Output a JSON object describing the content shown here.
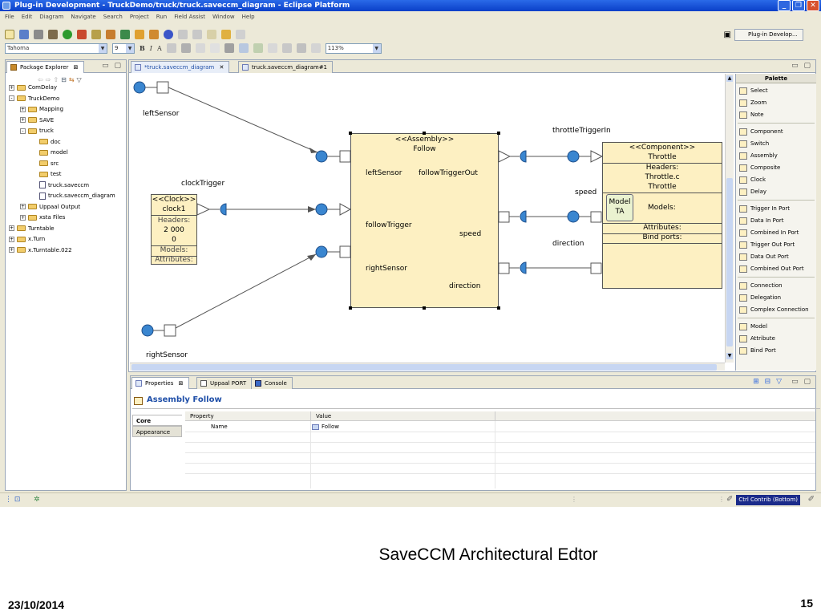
{
  "window": {
    "title": "Plug-in Development - TruckDemo/truck/truck.saveccm_diagram - Eclipse Platform",
    "controls": [
      "_",
      "❐",
      "✕"
    ]
  },
  "menu": [
    "File",
    "Edit",
    "Diagram",
    "Navigate",
    "Search",
    "Project",
    "Run",
    "Field Assist",
    "Window",
    "Help"
  ],
  "toolbar": {
    "font": "Tahoma",
    "size": "9",
    "bold": "B",
    "italic": "I",
    "text_color": "A",
    "zoom": "113%",
    "perspective": "Plug-in Develop..."
  },
  "package_explorer": {
    "tab": "Package Explorer",
    "items": [
      {
        "label": "ComDelay",
        "level": 0,
        "pm": "+",
        "kind": "folder"
      },
      {
        "label": "TruckDemo",
        "level": 0,
        "pm": "-",
        "kind": "folder"
      },
      {
        "label": "Mapping",
        "level": 1,
        "pm": "+",
        "kind": "folder"
      },
      {
        "label": "SAVE",
        "level": 1,
        "pm": "+",
        "kind": "folder"
      },
      {
        "label": "truck",
        "level": 1,
        "pm": "-",
        "kind": "folder"
      },
      {
        "label": "doc",
        "level": 2,
        "pm": "",
        "kind": "folder"
      },
      {
        "label": "model",
        "level": 2,
        "pm": "",
        "kind": "folder"
      },
      {
        "label": "src",
        "level": 2,
        "pm": "",
        "kind": "folder"
      },
      {
        "label": "test",
        "level": 2,
        "pm": "",
        "kind": "folder"
      },
      {
        "label": "truck.saveccm",
        "level": 2,
        "pm": "",
        "kind": "file"
      },
      {
        "label": "truck.saveccm_diagram",
        "level": 2,
        "pm": "",
        "kind": "file"
      },
      {
        "label": "Uppaal Output",
        "level": 1,
        "pm": "+",
        "kind": "folder"
      },
      {
        "label": "xsta Files",
        "level": 1,
        "pm": "+",
        "kind": "folder"
      },
      {
        "label": "Turntable",
        "level": 0,
        "pm": "+",
        "kind": "folder"
      },
      {
        "label": "x.Turn",
        "level": 0,
        "pm": "+",
        "kind": "folder"
      },
      {
        "label": "x.Turntable.022",
        "level": 0,
        "pm": "+",
        "kind": "folder"
      }
    ]
  },
  "editor": {
    "tabs": [
      "*truck.saveccm_diagram",
      "truck.saveccm_diagram#1"
    ]
  },
  "diagram": {
    "labels": {
      "left_sensor": "leftSensor",
      "clock_trigger": "clockTrigger",
      "right_sensor": "rightSensor",
      "throttle_trigger_in": "throttleTriggerIn",
      "speed": "speed",
      "direction": "direction"
    },
    "clock": {
      "stereotype": "<<Clock>>",
      "name": "clock1",
      "headers_label": "Headers:",
      "headers_value": "2 000",
      "headers_value2": "0",
      "models": "Models:",
      "attributes": "Attributes:"
    },
    "assembly": {
      "stereotype": "<<Assembly>>",
      "name": "Follow",
      "port_left_sensor": "leftSensor",
      "port_follow_trigger_out": "followTriggerOut",
      "port_follow_trigger": "followTrigger",
      "port_speed": "speed",
      "port_right_sensor": "rightSensor",
      "port_direction": "direction"
    },
    "component": {
      "stereotype": "<<Component>>",
      "name": "Throttle",
      "headers_label": "Headers:",
      "header_file": "Throttle.c",
      "header_name": "Throttle",
      "model_badge_1": "Model",
      "model_badge_2": "TA",
      "models": "Models:",
      "attributes": "Attributes:",
      "bind_ports": "Bind ports:"
    }
  },
  "palette": {
    "title": "Palette",
    "items": [
      "Select",
      "Zoom",
      "Note",
      "Component",
      "Switch",
      "Assembly",
      "Composite",
      "Clock",
      "Delay",
      "Trigger In Port",
      "Data In Port",
      "Combined In Port",
      "Trigger Out Port",
      "Data Out Port",
      "Combined Out Port",
      "Connection",
      "Delegation",
      "Complex Connection",
      "Model",
      "Attribute",
      "Bind Port"
    ]
  },
  "bottom_tabs": [
    "Properties",
    "Uppaal PORT",
    "Console"
  ],
  "properties": {
    "title": "Assembly Follow",
    "tabs": [
      "Core",
      "Appearance"
    ],
    "col_property": "Property",
    "col_value": "Value",
    "row_name": "Name",
    "row_value": "Follow"
  },
  "status": {
    "ctrl_contrib": "Ctrl Contrib (Bottom)"
  },
  "slide": {
    "caption": "SaveCCM Architectural Edtor",
    "date": "23/10/2014",
    "page": "15"
  }
}
